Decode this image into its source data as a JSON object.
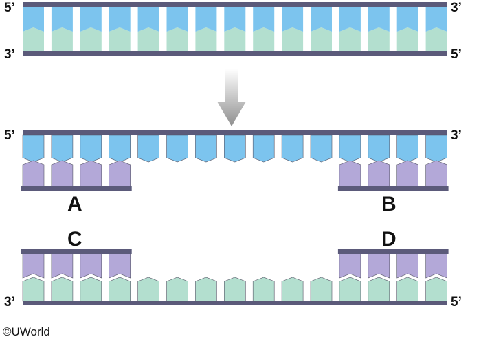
{
  "colors": {
    "backbone": "#5b5a7a",
    "base_blue": "#7cc4ee",
    "base_green": "#b3dfcf",
    "base_purple": "#b3a8d8",
    "arrow": "#a0a0a0",
    "outline": "#555566"
  },
  "diagram": {
    "top_duplex": {
      "top_left_end": "5’",
      "top_right_end": "3’",
      "bottom_left_end": "3’",
      "bottom_right_end": "5’",
      "base_pairs": 15,
      "top_strand_color": "base_blue",
      "bottom_strand_color": "base_green"
    },
    "arrow_icon": "down-arrow-icon",
    "blue_template": {
      "left_end": "5’",
      "right_end": "3’",
      "bases": 15,
      "fragments": [
        {
          "label": "A",
          "covers": [
            1,
            4
          ]
        },
        {
          "label": "B",
          "covers": [
            12,
            15
          ]
        }
      ]
    },
    "green_template": {
      "left_end": "3’",
      "right_end": "5’",
      "bases": 15,
      "fragments": [
        {
          "label": "C",
          "covers": [
            1,
            4
          ]
        },
        {
          "label": "D",
          "covers": [
            12,
            15
          ]
        }
      ]
    },
    "copyright": "©UWorld"
  }
}
